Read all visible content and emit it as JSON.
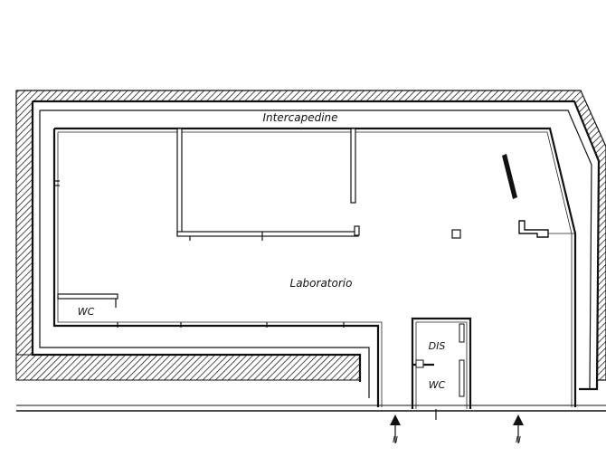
{
  "rooms": {
    "intercapedine": "Intercapedine",
    "laboratorio": "Laboratorio",
    "wc_left": "WC",
    "dis": "DIS",
    "wc_right": "WC"
  },
  "section_markers": [
    {
      "label": "II"
    },
    {
      "label": "II"
    }
  ]
}
